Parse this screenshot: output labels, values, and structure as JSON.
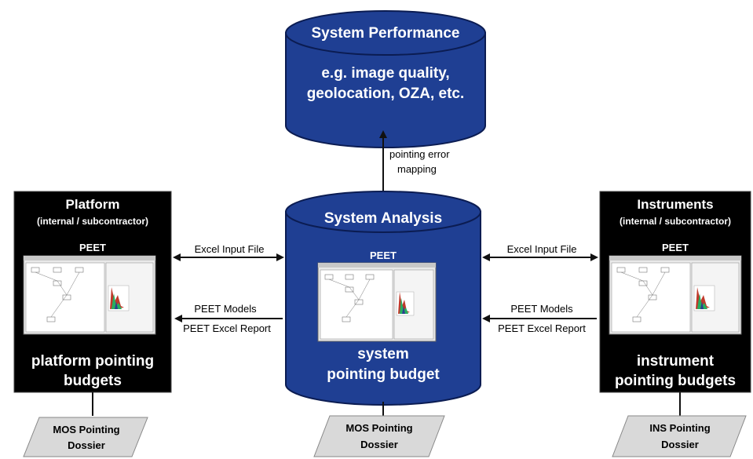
{
  "system_performance": {
    "title": "System Performance",
    "line1": "e.g. image quality,",
    "line2": "geolocation, OZA, etc."
  },
  "pointing_mapping": {
    "line1": "pointing error",
    "line2": "mapping"
  },
  "system_analysis": {
    "title": "System Analysis",
    "tool": "PEET",
    "budget_line1": "system",
    "budget_line2": "pointing budget"
  },
  "platform": {
    "title": "Platform",
    "subtitle": "(internal / subcontractor)",
    "tool": "PEET",
    "budget_line1": "platform pointing",
    "budget_line2": "budgets"
  },
  "instruments": {
    "title": "Instruments",
    "subtitle": "(internal / subcontractor)",
    "tool": "PEET",
    "budget_line1": "instrument",
    "budget_line2": "pointing budgets"
  },
  "left_links": {
    "excel_input": "Excel Input File",
    "models": "PEET Models",
    "report": "PEET Excel Report"
  },
  "right_links": {
    "excel_input": "Excel Input File",
    "models": "PEET Models",
    "report": "PEET Excel Report"
  },
  "dossiers": {
    "left_line1": "MOS Pointing",
    "left_line2": "Dossier",
    "center_line1": "MOS Pointing",
    "center_line2": "Dossier",
    "right_line1": "INS Pointing",
    "right_line2": "Dossier"
  },
  "colors": {
    "cylinder": "#1f3f93",
    "box": "#000000",
    "dossier": "#d9d9d9"
  }
}
